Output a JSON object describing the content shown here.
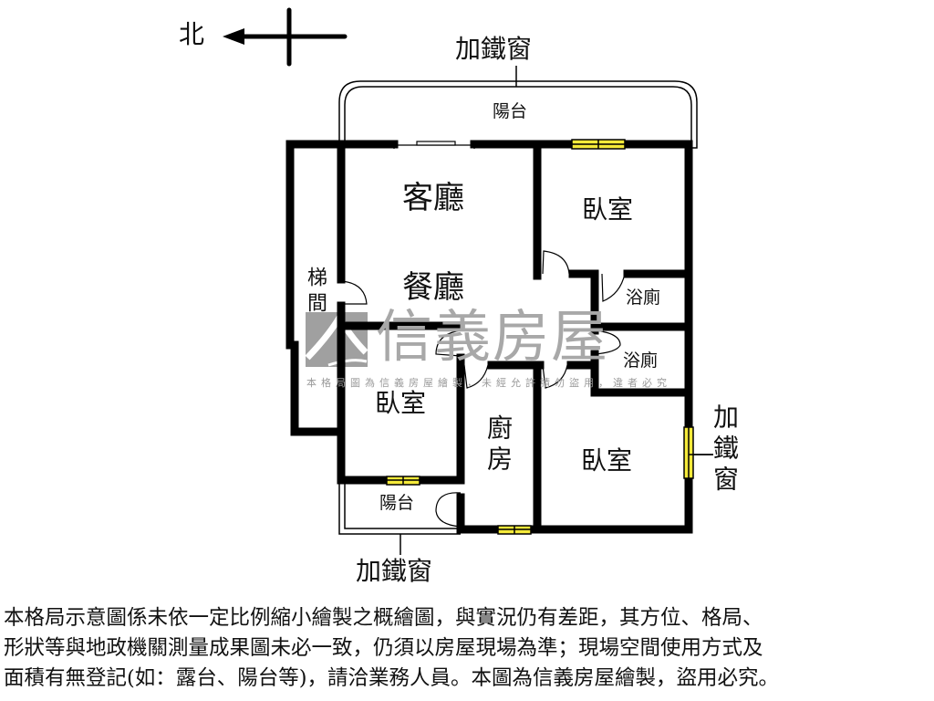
{
  "compass": {
    "north_label": "北",
    "arrow_direction": "left"
  },
  "brand": {
    "watermark_name": "信義房屋",
    "watermark_notice": "本格局圖為信義房屋繪製，未經允許請勿盜用，違者必究",
    "watermark_color": "#a8a8a8"
  },
  "rooms": {
    "living_room": "客廳",
    "dining_room": "餐廳",
    "stairwell": "梯間",
    "bedroom_ne": "臥室",
    "bath_upper": "浴廁",
    "bath_lower": "浴廁",
    "bedroom_w": "臥室",
    "kitchen": "廚房",
    "bedroom_se": "臥室",
    "balcony_top": "陽台",
    "balcony_bottom": "陽台"
  },
  "annotations": {
    "iron_window_top": "加鐵窗",
    "iron_window_right": "加鐵窗",
    "iron_window_bottom": "加鐵窗"
  },
  "colors": {
    "wall": "#000000",
    "window_fill": "#f5ea3a",
    "background": "#ffffff"
  },
  "disclaimer": {
    "lines": [
      "本格局示意圖係未依一定比例縮小繪製之概繪圖，與實況仍有差距，其方位、格局、",
      "形狀等與地政機關測量成果圖未必一致，仍須以房屋現場為準；現場空間使用方式及",
      "面積有無登記(如：露台、陽台等)，請洽業務人員。本圖為信義房屋繪製，盜用必究。"
    ]
  }
}
